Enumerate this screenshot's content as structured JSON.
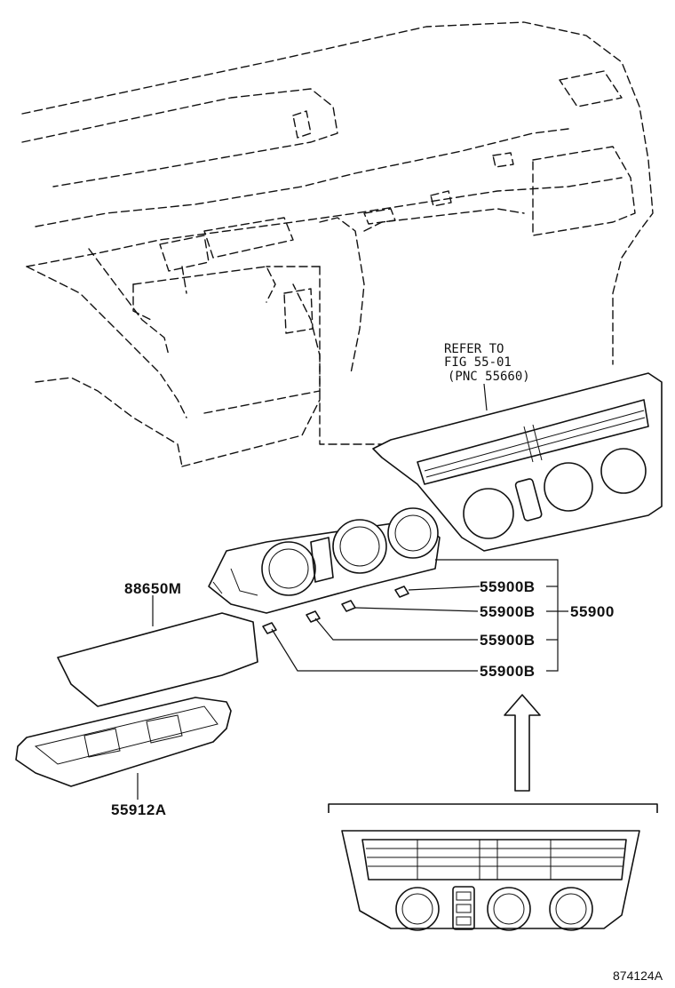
{
  "reference_note": {
    "line1": "REFER TO",
    "line2": "FIG 55-01",
    "line3": "(PNC 55660)"
  },
  "labels": {
    "part_88650m": "88650M",
    "part_55912a": "55912A",
    "part_55900": "55900",
    "part_55900b_1": "55900B",
    "part_55900b_2": "55900B",
    "part_55900b_3": "55900B",
    "part_55900b_4": "55900B"
  },
  "figure_id": "874124A"
}
